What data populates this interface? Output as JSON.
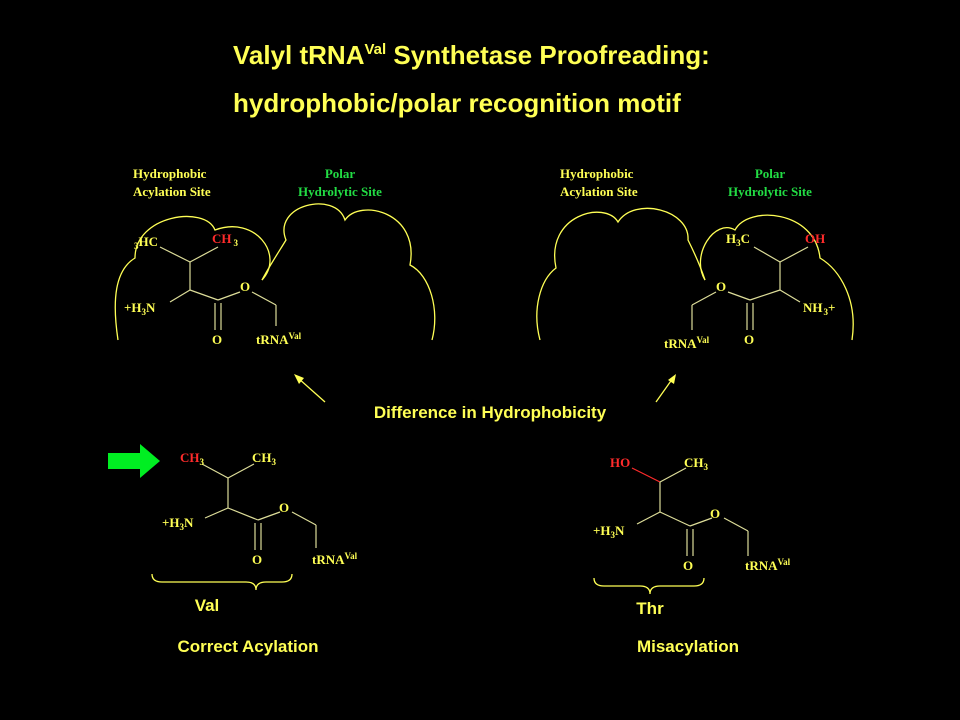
{
  "title": {
    "line1_pre": "Valyl tRNA",
    "line1_sup": "Val",
    "line1_post": " Synthetase Proofreading:",
    "line2": "hydrophobic/polar  recognition motif"
  },
  "sites": {
    "hydrophobic_l1": "Hydrophobic",
    "hydrophobic_l2": "Acylation Site",
    "polar_l1": "Polar",
    "polar_l2": "Hydrolytic Site"
  },
  "chem": {
    "trna": "tRNA",
    "val_sup": "Val",
    "o": "O",
    "h3n": "+H",
    "n": "N",
    "ch": "CH",
    "c": "C",
    "h": "H",
    "hc": "HC",
    "oh": "OH",
    "ho": "HO",
    "nh": "NH",
    "plus": "+",
    "sub3": "3"
  },
  "difference_label": "Difference in Hydrophobicity",
  "val_label": "Val",
  "thr_label": "Thr",
  "correct_label": "Correct Acylation",
  "mis_label": "Misacylation",
  "colors": {
    "yellow": "#ffff55",
    "green": "#22dd44",
    "red": "#ff2b2b",
    "arrow_green": "#00ee22"
  }
}
